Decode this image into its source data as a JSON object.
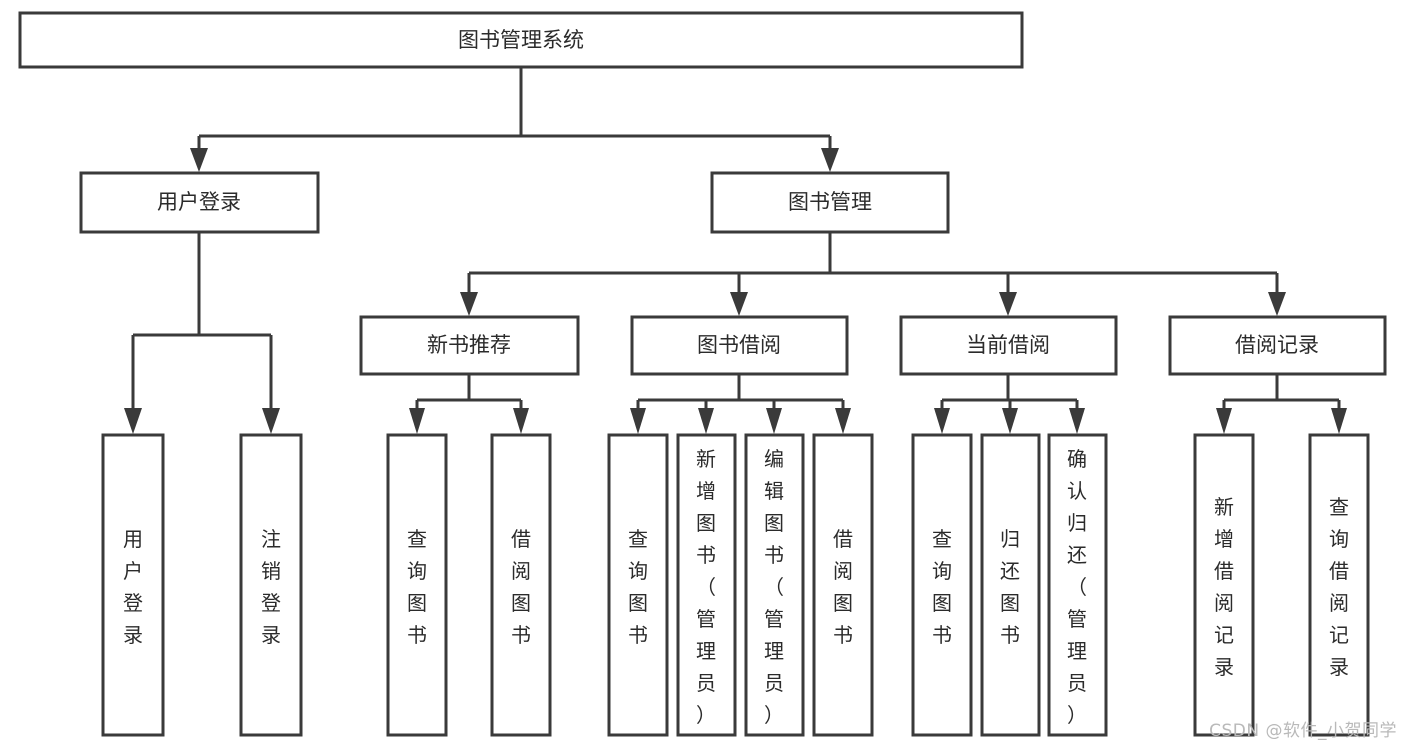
{
  "diagram": {
    "type": "tree-hierarchy",
    "title": "图书管理系统",
    "watermark": "CSDN @软件_小贺同学",
    "colors": {
      "background": "#ffffff",
      "stroke": "#3a3a3a",
      "text": "#2b2b2b",
      "watermark": "#b9b9b9"
    },
    "root": {
      "id": "root",
      "label": "图书管理系统"
    },
    "level2": [
      {
        "id": "user-login",
        "label": "用户登录"
      },
      {
        "id": "book-management",
        "label": "图书管理"
      }
    ],
    "level3": [
      {
        "id": "new-book-recommend",
        "label": "新书推荐",
        "parent": "book-management"
      },
      {
        "id": "book-borrow",
        "label": "图书借阅",
        "parent": "book-management"
      },
      {
        "id": "current-borrow",
        "label": "当前借阅",
        "parent": "book-management"
      },
      {
        "id": "borrow-record",
        "label": "借阅记录",
        "parent": "book-management"
      }
    ],
    "leaves": [
      {
        "id": "leaf-user-login",
        "label": "用户登录",
        "parent": "user-login"
      },
      {
        "id": "leaf-logout-login",
        "label": "注销登录",
        "parent": "user-login"
      },
      {
        "id": "leaf-query-book-1",
        "label": "查询图书",
        "parent": "new-book-recommend"
      },
      {
        "id": "leaf-borrow-book-1",
        "label": "借阅图书",
        "parent": "new-book-recommend"
      },
      {
        "id": "leaf-query-book-2",
        "label": "查询图书",
        "parent": "book-borrow"
      },
      {
        "id": "leaf-add-book",
        "label": "新增图书（管理员）",
        "parent": "book-borrow"
      },
      {
        "id": "leaf-edit-book",
        "label": "编辑图书（管理员）",
        "parent": "book-borrow"
      },
      {
        "id": "leaf-borrow-book-2",
        "label": "借阅图书",
        "parent": "book-borrow"
      },
      {
        "id": "leaf-query-book-3",
        "label": "查询图书",
        "parent": "current-borrow"
      },
      {
        "id": "leaf-return-book",
        "label": "归还图书",
        "parent": "current-borrow"
      },
      {
        "id": "leaf-confirm-return",
        "label": "确认归还（管理员）",
        "parent": "current-borrow"
      },
      {
        "id": "leaf-add-record",
        "label": "新增借阅记录",
        "parent": "borrow-record"
      },
      {
        "id": "leaf-query-record",
        "label": "查询借阅记录",
        "parent": "borrow-record"
      }
    ]
  }
}
